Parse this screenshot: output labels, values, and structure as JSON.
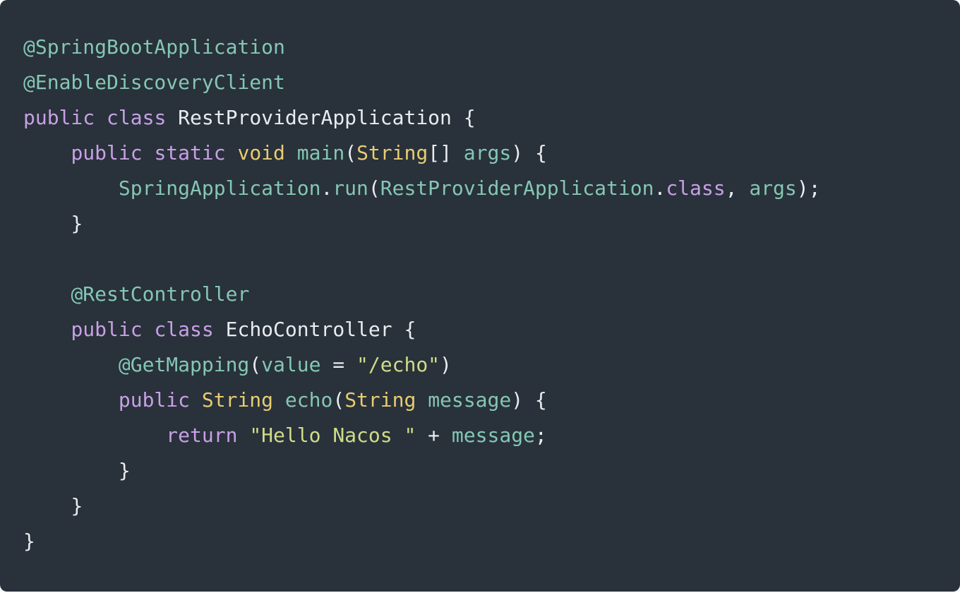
{
  "code_lines": [
    {
      "indent": "",
      "tokens": [
        {
          "cls": "ann",
          "text": "@SpringBootApplication"
        }
      ]
    },
    {
      "indent": "",
      "tokens": [
        {
          "cls": "ann",
          "text": "@EnableDiscoveryClient"
        }
      ]
    },
    {
      "indent": "",
      "tokens": [
        {
          "cls": "kw",
          "text": "public"
        },
        {
          "cls": "plain",
          "text": " "
        },
        {
          "cls": "kw",
          "text": "class"
        },
        {
          "cls": "plain",
          "text": " RestProviderApplication {"
        }
      ]
    },
    {
      "indent": "    ",
      "tokens": [
        {
          "cls": "kw",
          "text": "public"
        },
        {
          "cls": "plain",
          "text": " "
        },
        {
          "cls": "kw",
          "text": "static"
        },
        {
          "cls": "plain",
          "text": " "
        },
        {
          "cls": "type",
          "text": "void"
        },
        {
          "cls": "plain",
          "text": " "
        },
        {
          "cls": "ident",
          "text": "main"
        },
        {
          "cls": "plain",
          "text": "("
        },
        {
          "cls": "type",
          "text": "String"
        },
        {
          "cls": "plain",
          "text": "[] "
        },
        {
          "cls": "ident",
          "text": "args"
        },
        {
          "cls": "plain",
          "text": ") {"
        }
      ]
    },
    {
      "indent": "        ",
      "tokens": [
        {
          "cls": "ident",
          "text": "SpringApplication"
        },
        {
          "cls": "plain",
          "text": "."
        },
        {
          "cls": "ident",
          "text": "run"
        },
        {
          "cls": "plain",
          "text": "("
        },
        {
          "cls": "ident",
          "text": "RestProviderApplication"
        },
        {
          "cls": "plain",
          "text": "."
        },
        {
          "cls": "kw",
          "text": "class"
        },
        {
          "cls": "plain",
          "text": ", "
        },
        {
          "cls": "ident",
          "text": "args"
        },
        {
          "cls": "plain",
          "text": ");"
        }
      ]
    },
    {
      "indent": "    ",
      "tokens": [
        {
          "cls": "plain",
          "text": "}"
        }
      ]
    },
    {
      "indent": "",
      "tokens": []
    },
    {
      "indent": "    ",
      "tokens": [
        {
          "cls": "ann",
          "text": "@RestController"
        }
      ]
    },
    {
      "indent": "    ",
      "tokens": [
        {
          "cls": "kw",
          "text": "public"
        },
        {
          "cls": "plain",
          "text": " "
        },
        {
          "cls": "kw",
          "text": "class"
        },
        {
          "cls": "plain",
          "text": " EchoController {"
        }
      ]
    },
    {
      "indent": "        ",
      "tokens": [
        {
          "cls": "ann",
          "text": "@GetMapping"
        },
        {
          "cls": "plain",
          "text": "("
        },
        {
          "cls": "ident",
          "text": "value"
        },
        {
          "cls": "plain",
          "text": " = "
        },
        {
          "cls": "str",
          "text": "\"/echo\""
        },
        {
          "cls": "plain",
          "text": ")"
        }
      ]
    },
    {
      "indent": "        ",
      "tokens": [
        {
          "cls": "kw",
          "text": "public"
        },
        {
          "cls": "plain",
          "text": " "
        },
        {
          "cls": "type",
          "text": "String"
        },
        {
          "cls": "plain",
          "text": " "
        },
        {
          "cls": "ident",
          "text": "echo"
        },
        {
          "cls": "plain",
          "text": "("
        },
        {
          "cls": "type",
          "text": "String"
        },
        {
          "cls": "plain",
          "text": " "
        },
        {
          "cls": "ident",
          "text": "message"
        },
        {
          "cls": "plain",
          "text": ") {"
        }
      ]
    },
    {
      "indent": "            ",
      "tokens": [
        {
          "cls": "kw",
          "text": "return"
        },
        {
          "cls": "plain",
          "text": " "
        },
        {
          "cls": "str",
          "text": "\"Hello Nacos \""
        },
        {
          "cls": "plain",
          "text": " + "
        },
        {
          "cls": "ident",
          "text": "message"
        },
        {
          "cls": "plain",
          "text": ";"
        }
      ]
    },
    {
      "indent": "        ",
      "tokens": [
        {
          "cls": "plain",
          "text": "}"
        }
      ]
    },
    {
      "indent": "    ",
      "tokens": [
        {
          "cls": "plain",
          "text": "}"
        }
      ]
    },
    {
      "indent": "",
      "tokens": [
        {
          "cls": "plain",
          "text": "}"
        }
      ]
    }
  ]
}
